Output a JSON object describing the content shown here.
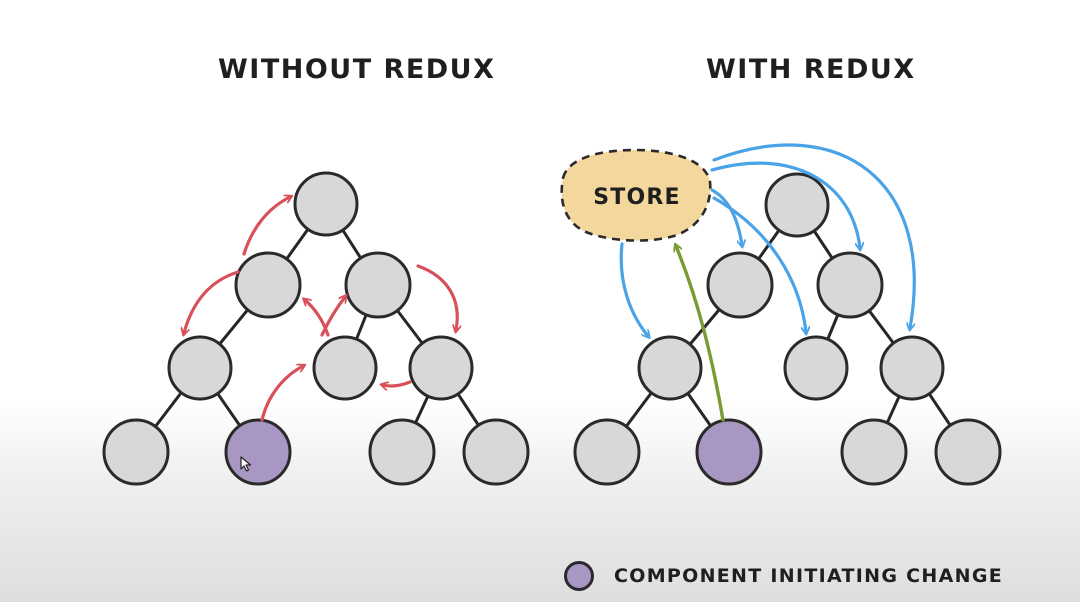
{
  "titles": {
    "left": "WITHOUT REDUX",
    "right": "WITH REDUX"
  },
  "store": {
    "label": "STORE"
  },
  "legend": {
    "label": "COMPONENT INITIATING CHANGE"
  },
  "colors": {
    "node_fill": "#d8d8d8",
    "initiator_fill": "#a896c3",
    "store_fill": "#f3d79d",
    "arrow_red": "#d8505a",
    "arrow_blue": "#4aa3e6",
    "arrow_green": "#7a9a34"
  },
  "icons": {
    "cursor": "mouse-pointer-icon"
  }
}
